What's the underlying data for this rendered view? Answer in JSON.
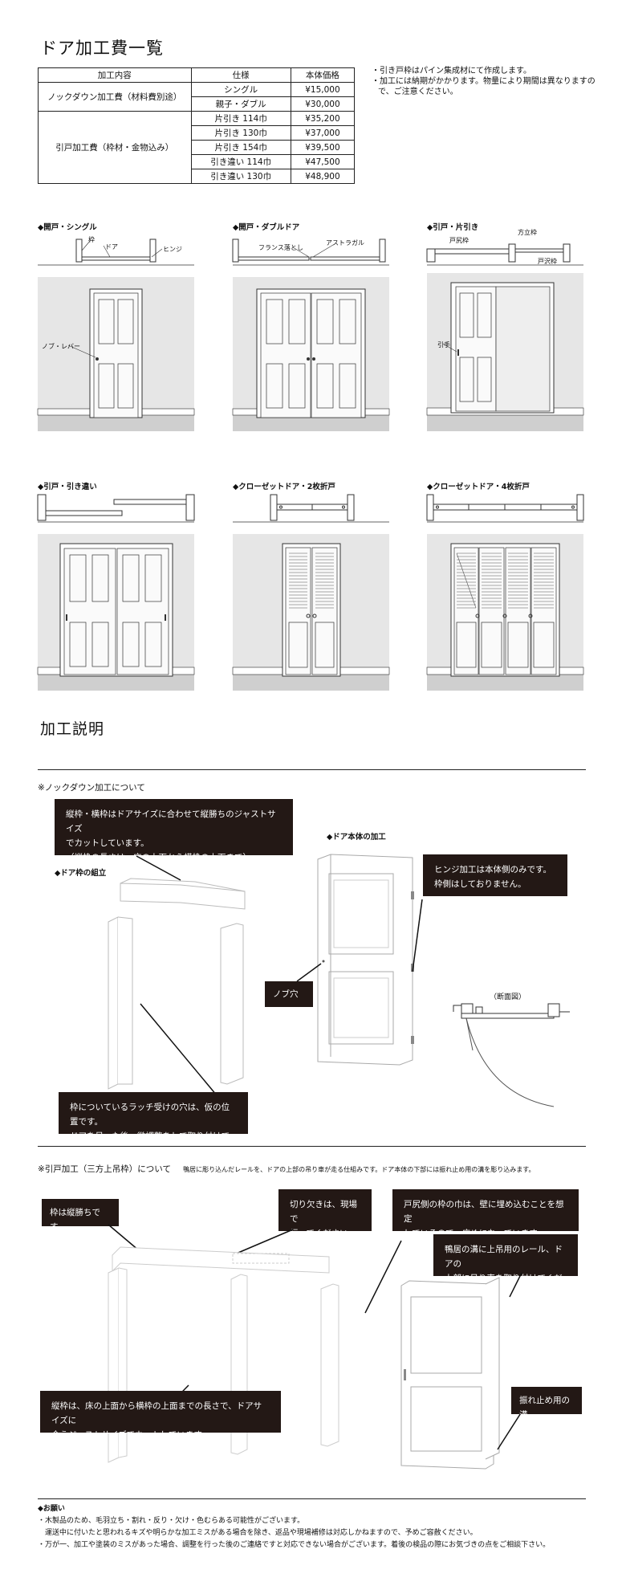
{
  "title": "ドア加工費一覧",
  "price_table": {
    "headers": [
      "加工内容",
      "仕様",
      "本体価格"
    ],
    "groups": [
      {
        "name": "ノックダウン加工費（材料費別途）",
        "rows": [
          {
            "spec": "シングル",
            "price": "¥15,000"
          },
          {
            "spec": "親子・ダブル",
            "price": "¥30,000"
          }
        ]
      },
      {
        "name": "引戸加工費（枠材・金物込み）",
        "rows": [
          {
            "spec": "片引き 114巾",
            "price": "¥35,200"
          },
          {
            "spec": "片引き 130巾",
            "price": "¥37,000"
          },
          {
            "spec": "片引き 154巾",
            "price": "¥39,500"
          },
          {
            "spec": "引き違い 114巾",
            "price": "¥47,500"
          },
          {
            "spec": "引き違い 130巾",
            "price": "¥48,900"
          }
        ]
      }
    ]
  },
  "notes": [
    "・引き戸枠はパイン集成材にて作成します。",
    "・加工には納期がかかります。物量により期間は異なりますので、ご注意ください。"
  ],
  "diagrams": [
    {
      "title": "◆開戸・シングル",
      "labels": [
        "枠",
        "ドア",
        "ヒンジ",
        "ノブ・レバー"
      ]
    },
    {
      "title": "◆開戸・ダブルドア",
      "labels": [
        "フランス落とし",
        "アストラガル"
      ]
    },
    {
      "title": "◆引戸・片引き",
      "labels": [
        "戸尻枠",
        "方立枠",
        "戸沢枠",
        "引手"
      ]
    },
    {
      "title": "◆引戸・引き違い"
    },
    {
      "title": "◆クローゼットドア・2枚折戸"
    },
    {
      "title": "◆クローゼットドア・4枚折戸"
    }
  ],
  "section2_title": "加工説明",
  "knockdown": {
    "heading": "※ノックダウン加工について",
    "box1": [
      "縦枠・横枠はドアサイズに合わせて縦勝ちのジャストサイズ",
      "でカットしています。",
      "（縦枠の長さは、床の上面から横枠の上面まで）"
    ],
    "frame_label": "◆ドア枠の組立",
    "door_label": "◆ドア本体の加工",
    "box_hinge": [
      "ヒンジ加工は本体側のみです。",
      "枠側はしておりません。"
    ],
    "box_knob": "ノブ穴",
    "section_label": "（断面図）",
    "box_latch": [
      "枠についているラッチ受けの穴は、仮の位置です。",
      "ドアを吊った後、微調整をして取り付けてください。"
    ]
  },
  "sliding": {
    "heading": "※引戸加工（三方上吊枠）について",
    "subtext": "鴨居に彫り込んだレールを、ドアの上部の吊り車が走る仕組みです。ドア本体の下部には振れ止め用の溝を彫り込みます。",
    "box_vertical": "枠は縦勝ちです。",
    "box_notch": [
      "切り欠きは、現場で",
      "行ってください。"
    ],
    "box_tojiri": [
      "戸尻側の枠の巾は、壁に埋め込むことを想定",
      "しているので、広めになっています。"
    ],
    "box_rail": [
      "鴨居の溝に上吊用のレール、ドアの",
      "上部に吊り車を取り付けてください。"
    ],
    "box_groove": "振れ止め用の溝。",
    "box_length": [
      "縦枠は、床の上面から横枠の上面までの長さで、ドアサイズに",
      "合うジャストサイズでカットしています。"
    ]
  },
  "footer": {
    "heading": "◆お願い",
    "lines": [
      "・木製品のため、毛羽立ち・割れ・反り・欠け・色むらある可能性がございます。",
      "　運送中に付いたと思われるキズや明らかな加工ミスがある場合を除き、返品や現場補修は対応しかねますので、予めご容赦ください。",
      "・万が一、加工や塗装のミスがあった場合、調整を行った後のご連絡ですと対応できない場合がございます。着後の検品の際にお気づきの点をご相談下さい。"
    ]
  }
}
